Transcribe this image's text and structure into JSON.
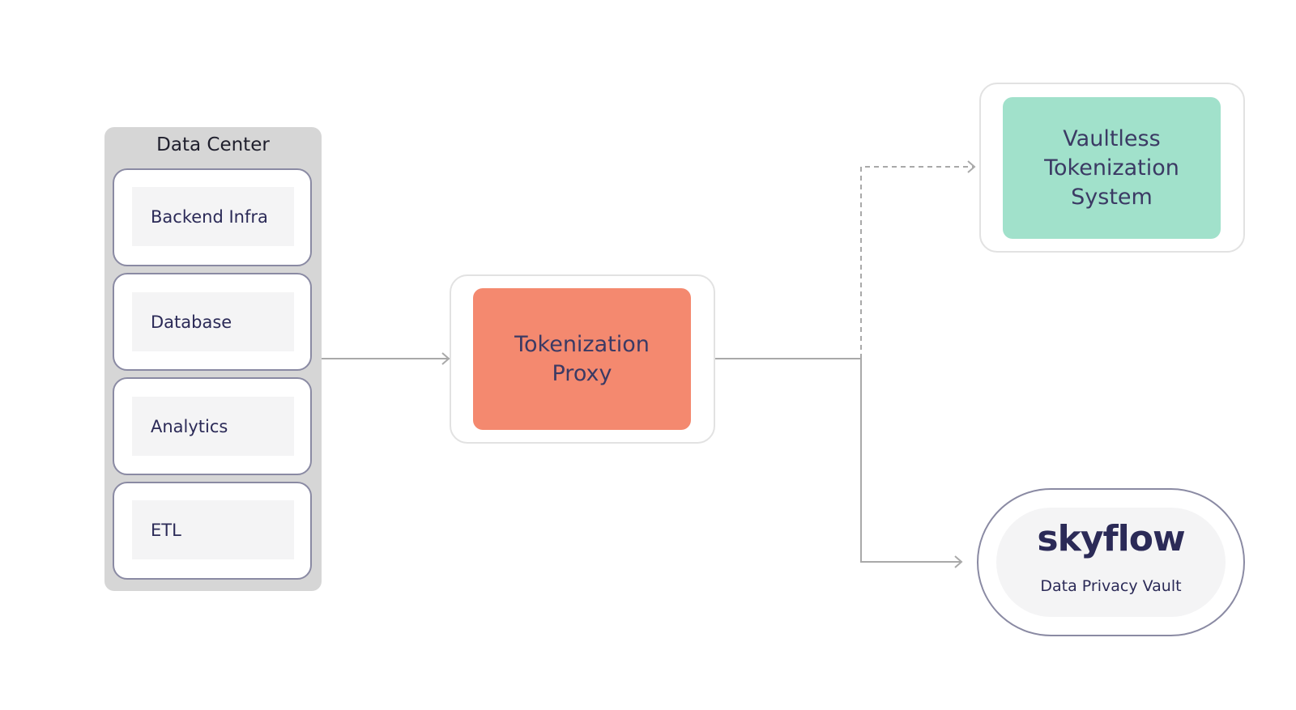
{
  "data_center": {
    "title": "Data Center",
    "items": [
      {
        "label": "Backend Infra"
      },
      {
        "label": "Database"
      },
      {
        "label": "Analytics"
      },
      {
        "label": "ETL"
      }
    ]
  },
  "proxy": {
    "label": "Tokenization\nProxy"
  },
  "vaultless": {
    "label": "Vaultless\nTokenization\nSystem"
  },
  "skyflow": {
    "logo": "skyflow",
    "subtitle": "Data Privacy Vault"
  },
  "colors": {
    "proxy": "#f4896f",
    "vaultless": "#a1e1cb",
    "text": "#2b2a57",
    "panel": "#d6d6d6"
  }
}
